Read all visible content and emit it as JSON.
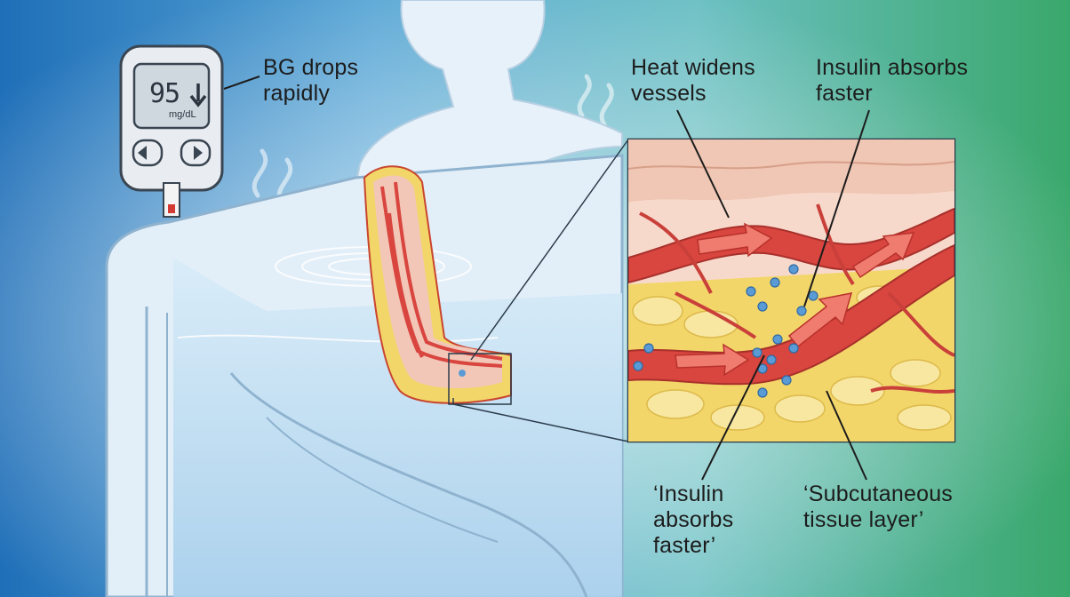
{
  "meter": {
    "reading": "95",
    "trend_icon": "down-arrow-icon",
    "unit": "mg/dL"
  },
  "labels": {
    "bg_drops": "BG drops\nrapidly",
    "heat_widens": "Heat widens\nvessels",
    "insulin_absorbs_top": "Insulin absorbs\nfaster",
    "insulin_absorbs_bottom": "‘Insulin\nabsorbs\nfaster’",
    "subcutaneous": "‘Subcutaneous\ntissue layer’"
  },
  "colors": {
    "background_left": "#1f6fb8",
    "background_right": "#3aa86b",
    "vessel": "#d9453f",
    "fat": "#f3d66a",
    "skin": "#f2c7b8",
    "insulin_dot": "#5b9bd5",
    "water": "#cfe6f6"
  }
}
